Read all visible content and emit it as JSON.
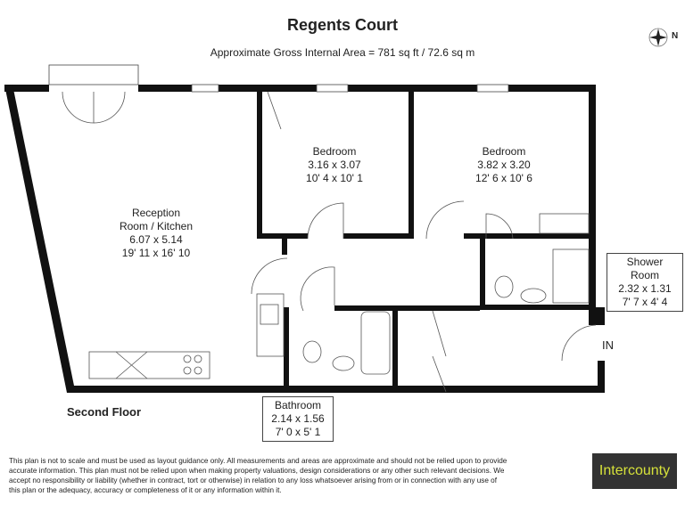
{
  "header": {
    "title": "Regents Court",
    "subtitle": "Approximate Gross Internal Area = 781 sq ft / 72.6 sq m",
    "compass_icon": "compass-north-icon",
    "compass_label": "N"
  },
  "rooms": {
    "reception": {
      "name_line1": "Reception",
      "name_line2": "Room / Kitchen",
      "metric": "6.07 x 5.14",
      "imperial": "19' 11 x 16' 10"
    },
    "bedroom1": {
      "name": "Bedroom",
      "metric": "3.16 x 3.07",
      "imperial": "10' 4 x 10' 1"
    },
    "bedroom2": {
      "name": "Bedroom",
      "metric": "3.82 x 3.20",
      "imperial": "12' 6 x 10' 6"
    },
    "shower": {
      "name": "Shower Room",
      "metric": "2.32 x 1.31",
      "imperial": "7' 7 x 4' 4"
    },
    "bathroom": {
      "name": "Bathroom",
      "metric": "2.14 x 1.56",
      "imperial": "7' 0 x 5' 1"
    }
  },
  "entrance_label": "IN",
  "floor_label": "Second Floor",
  "disclaimer": "This plan is not to scale and must be used as layout guidance only. All measurements and areas are approximate and should not be relied upon to provide accurate information. This plan must not be relied upon when making property valuations, design considerations or any other such relevant decisions. We accept no responsibility or liability (whether in contract, tort or otherwise) in relation to any loss whatsoever arising from or in connection with any use of this plan or the adequacy, accuracy or completeness of it or any information within it.",
  "logo": {
    "text": "Intercounty",
    "bg": "#333333",
    "color": "#d6e23a"
  }
}
